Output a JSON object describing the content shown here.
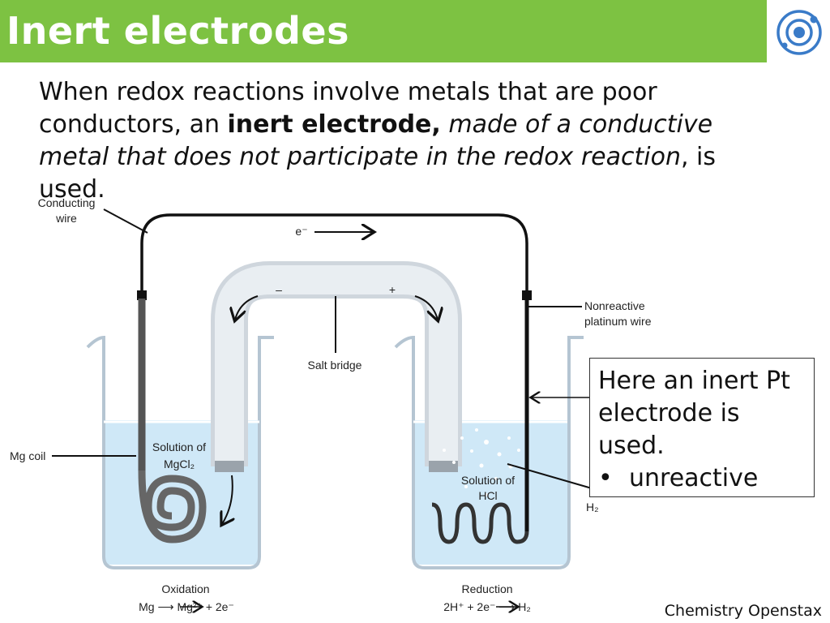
{
  "slide": {
    "title": "Inert electrodes",
    "body": {
      "p1": "When redox reactions involve metals that are poor conductors, an ",
      "bold": "inert electrode,",
      "p2": " ",
      "italic": "made of a conductive metal that does not participate in the redox reaction",
      "p3": ", is used."
    },
    "callout": {
      "text": "Here an inert Pt electrode is used.",
      "bullet": "unreactive"
    },
    "footer": "Chemistry Openstax"
  },
  "diagram": {
    "conducting_wire_l1": "Conducting",
    "conducting_wire_l2": "wire",
    "electron_label": "e⁻",
    "minus": "–",
    "plus": "+",
    "salt_bridge": "Salt bridge",
    "nonreactive_l1": "Nonreactive",
    "nonreactive_l2": "platinum wire",
    "mg_coil": "Mg coil",
    "left_solution_l1": "Solution of",
    "left_solution_l2": "MgCl₂",
    "right_solution_l1": "Solution of",
    "right_solution_l2": "HCl",
    "h2_label": "H₂",
    "oxidation": "Oxidation",
    "oxidation_eq": "Mg ⟶ Mg²⁺ + 2e⁻",
    "reduction": "Reduction",
    "reduction_eq": "2H⁺ + 2e⁻ ⟶ H₂"
  },
  "colors": {
    "accent": "#7dc242",
    "logo": "#3a7bc8",
    "solution": "#cfe8f7"
  }
}
